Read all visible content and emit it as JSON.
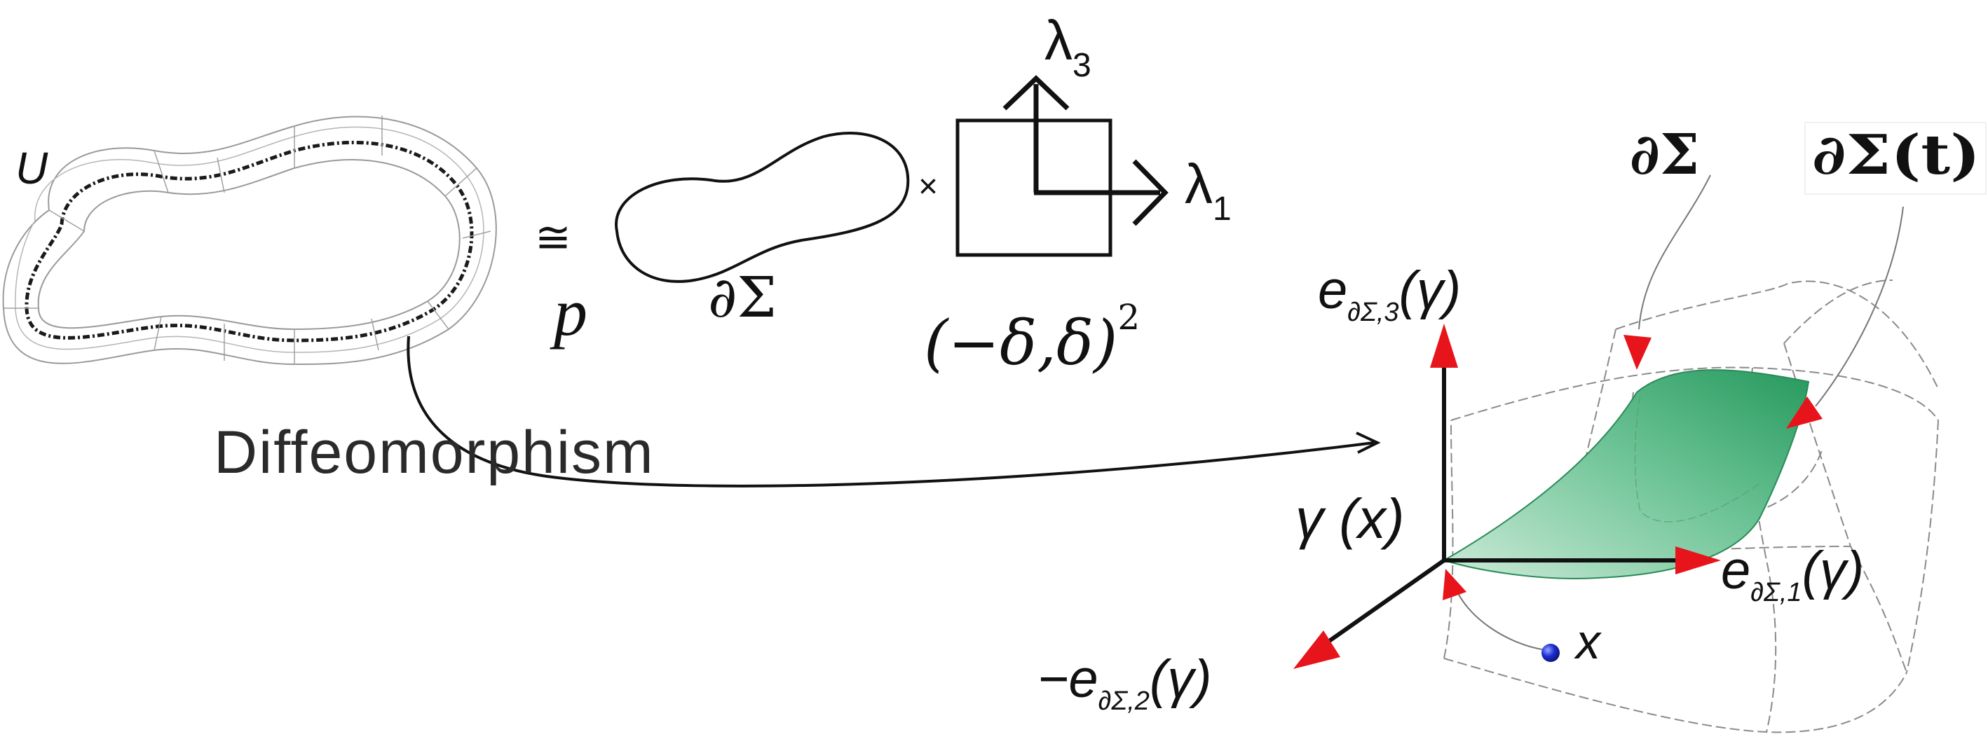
{
  "labels": {
    "U": "U",
    "congruent": "≅",
    "p": "p",
    "times": "×",
    "partial_sigma_center": "∂Σ",
    "lambda3_base": "λ",
    "lambda3_sub": "3",
    "lambda1_base": "λ",
    "lambda1_sub": "1",
    "interval": "(−δ,δ)",
    "interval_exp": "2",
    "diffeomorphism": "Diffeomorphism",
    "partial_sigma_right": "∂Σ",
    "partial_sigma_t": "∂Σ(t)",
    "e3_base": "e",
    "e3_sub": "∂Σ,3",
    "e3_arg": "(γ)",
    "e1_base": "e",
    "e1_sub": "∂Σ,1",
    "e1_arg": "(γ)",
    "e2_base": "−e",
    "e2_sub": "∂Σ,2",
    "e2_arg": "(γ)",
    "gamma_x": "γ (x)",
    "x_point": "x"
  },
  "colors": {
    "stroke": "#111111",
    "arrow_red": "#e8141b",
    "surface_green": "#3aa874",
    "surface_light": "#9fd8b8",
    "point_blue": "#1d2fd6",
    "dash_gray": "#8a8a8a"
  }
}
